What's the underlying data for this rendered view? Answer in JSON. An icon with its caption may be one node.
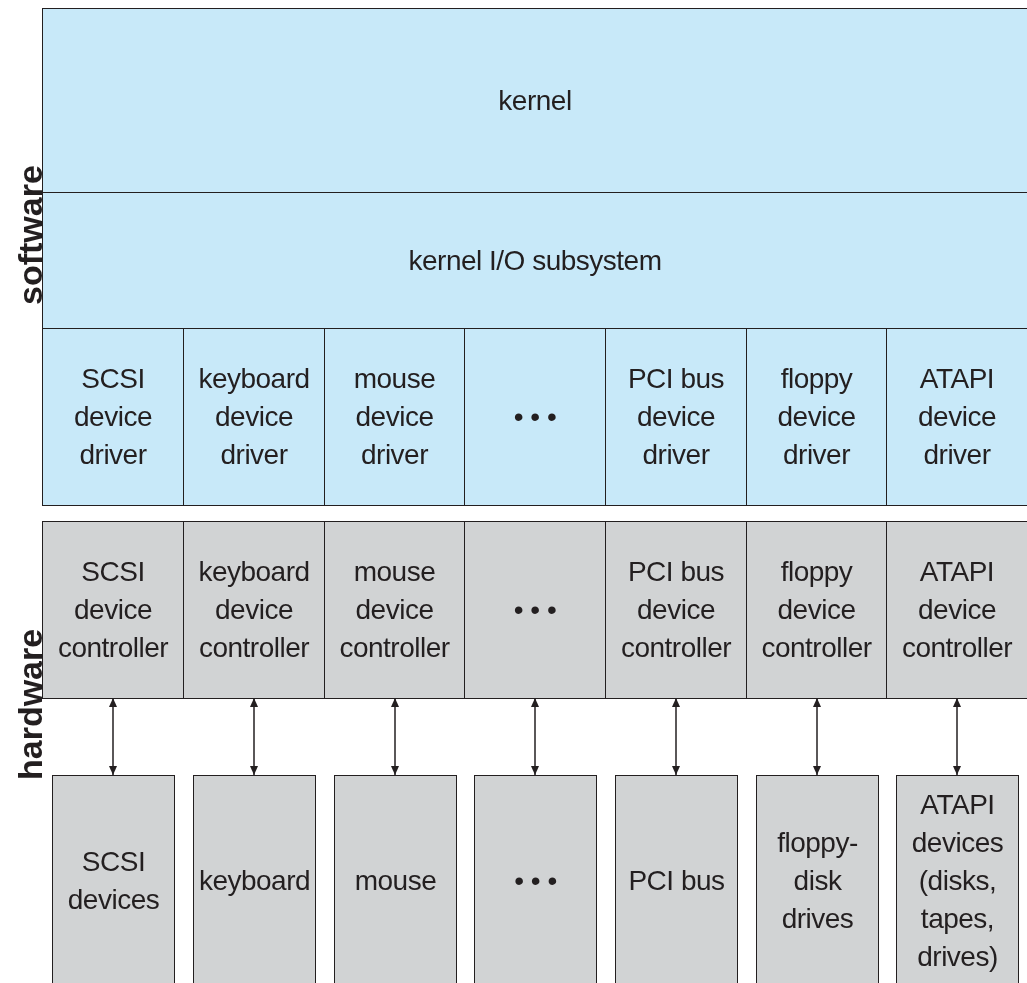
{
  "diagram": {
    "nodes": [
      {
        "text": [
          "kernel"
        ]
      },
      {
        "text": [
          "kernel I/O subsystem"
        ]
      },
      {
        "text": [
          "SCSI device driver"
        ]
      },
      {
        "text": [
          "keyboard device driver"
        ]
      },
      {
        "text": [
          "mouse device driver"
        ]
      },
      {
        "text": [
          "• • •"
        ]
      },
      {
        "text": [
          "PCI bus device driver"
        ]
      },
      {
        "text": [
          "floppy device driver"
        ]
      },
      {
        "text": [
          "ATAPI device driver"
        ]
      },
      {
        "text": [
          "SCSI device controller"
        ]
      },
      {
        "text": [
          "keyboard device controller"
        ]
      },
      {
        "text": [
          "mouse device controller"
        ]
      },
      {
        "text": [
          "• • •"
        ]
      },
      {
        "text": [
          "PCI bus device controller"
        ]
      },
      {
        "text": [
          "floppy device controller"
        ]
      },
      {
        "text": [
          "ATAPI device controller"
        ]
      },
      {
        "text": [
          "SCSI devices"
        ]
      },
      {
        "text": [
          "keyboard"
        ]
      },
      {
        "text": [
          "mouse"
        ]
      },
      {
        "text": [
          "• • •"
        ]
      },
      {
        "text": [
          "PCI bus"
        ]
      },
      {
        "text": [
          "floppy-disk drives"
        ]
      },
      {
        "text": [
          "ATAPI devices (disks, tapes, drives)"
        ]
      }
    ],
    "edges": [
      {
        "from": 9,
        "to": 16,
        "arrow": "both"
      },
      {
        "from": 10,
        "to": 17,
        "arrow": "both"
      },
      {
        "from": 11,
        "to": 18,
        "arrow": "both"
      },
      {
        "from": 12,
        "to": 19,
        "arrow": "both"
      },
      {
        "from": 13,
        "to": 20,
        "arrow": "both"
      },
      {
        "from": 14,
        "to": 21,
        "arrow": "both"
      },
      {
        "from": 15,
        "to": 22,
        "arrow": "both"
      }
    ],
    "labels": [
      "software",
      "hardware"
    ]
  }
}
